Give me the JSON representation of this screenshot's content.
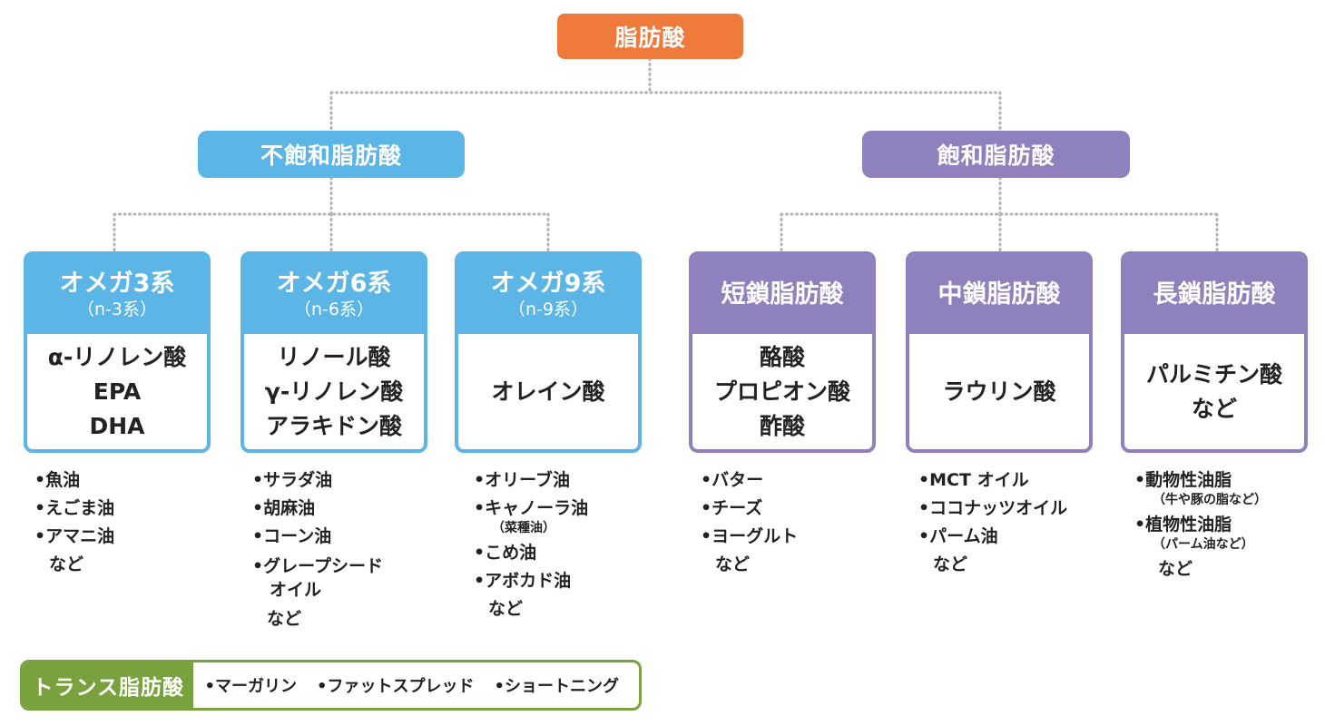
{
  "root": {
    "label": "脂肪酸"
  },
  "categories": {
    "unsaturated": {
      "label": "不飽和脂肪酸"
    },
    "saturated": {
      "label": "飽和脂肪酸"
    }
  },
  "cards": [
    {
      "title": "オメガ3系",
      "subtitle": "（n-3系）",
      "items": [
        "α-リノレン酸",
        "EPA",
        "DHA"
      ],
      "foods": [
        {
          "text": "•魚油"
        },
        {
          "text": "•えごま油"
        },
        {
          "text": "•アマニ油"
        }
      ],
      "etc": "など"
    },
    {
      "title": "オメガ6系",
      "subtitle": "（n-6系）",
      "items": [
        "リノール酸",
        "γ-リノレン酸",
        "アラキドン酸"
      ],
      "foods": [
        {
          "text": "•サラダ油"
        },
        {
          "text": "•胡麻油"
        },
        {
          "text": "•コーン油"
        },
        {
          "text": "•グレープシード"
        },
        {
          "text": "　オイル"
        }
      ],
      "etc": "など"
    },
    {
      "title": "オメガ9系",
      "subtitle": "（n-9系）",
      "items": [
        "オレイン酸"
      ],
      "foods": [
        {
          "text": "•オリーブ油"
        },
        {
          "text": "•キャノーラ油",
          "sub": "（菜種油）"
        },
        {
          "text": "•こめ油"
        },
        {
          "text": "•アボカド油"
        }
      ],
      "etc": "など"
    },
    {
      "title": "短鎖脂肪酸",
      "items": [
        "酪酸",
        "プロピオン酸",
        "酢酸"
      ],
      "foods": [
        {
          "text": "•バター"
        },
        {
          "text": "•チーズ"
        },
        {
          "text": "•ヨーグルト"
        }
      ],
      "etc": "など"
    },
    {
      "title": "中鎖脂肪酸",
      "items": [
        "ラウリン酸"
      ],
      "foods": [
        {
          "text": "•MCT オイル"
        },
        {
          "text": "•ココナッツオイル"
        },
        {
          "text": "•パーム油"
        }
      ],
      "etc": "など"
    },
    {
      "title": "長鎖脂肪酸",
      "items": [
        "パルミチン酸",
        "など"
      ],
      "foods": [
        {
          "text": "•動物性油脂",
          "sub": "（牛や豚の脂など）"
        },
        {
          "text": "•植物性油脂",
          "sub": "（パーム油など）"
        }
      ],
      "etc": "など"
    }
  ],
  "trans": {
    "label": "トランス脂肪酸",
    "items": [
      "•マーガリン",
      "•ファットスプレッド",
      "•ショートニング"
    ]
  },
  "colors": {
    "root": "#ef7a3c",
    "unsaturated": "#5bb5e6",
    "saturated": "#9080bd",
    "trans": "#79a13e",
    "connector": "#b3b3b3"
  }
}
